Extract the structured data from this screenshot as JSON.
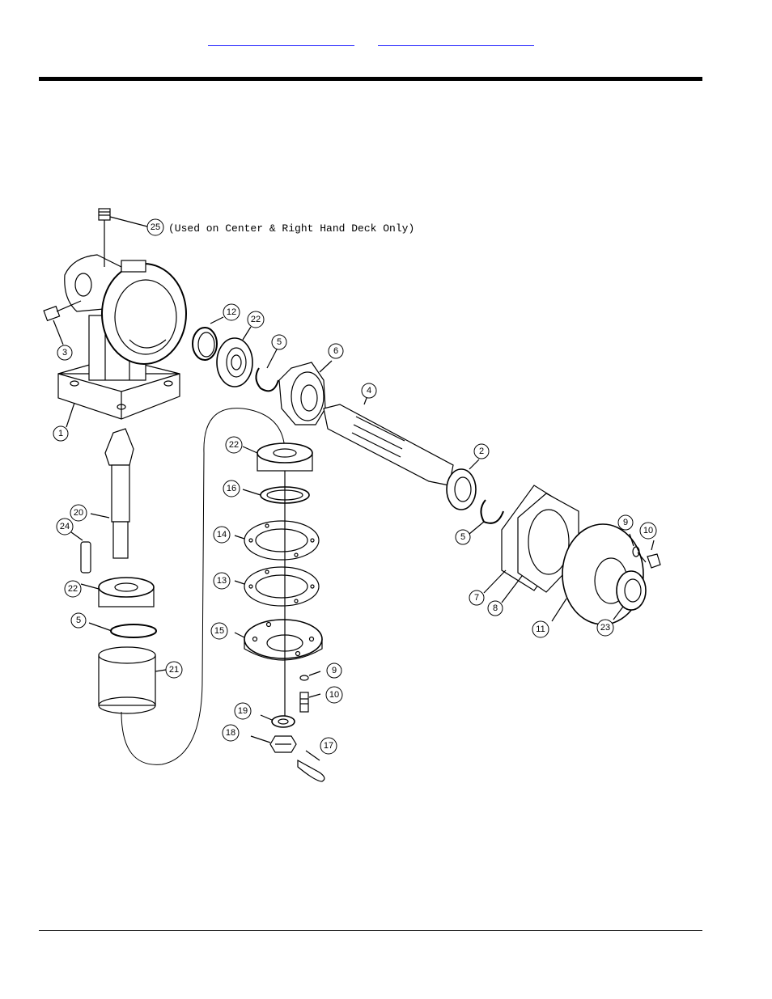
{
  "header": {
    "links": [
      {
        "label": ""
      },
      {
        "label": ""
      }
    ]
  },
  "diagram": {
    "note": "(Used on Center & Right Hand Deck Only)",
    "callouts": [
      {
        "id": "c1",
        "label": "1"
      },
      {
        "id": "c2",
        "label": "2"
      },
      {
        "id": "c3",
        "label": "3"
      },
      {
        "id": "c4",
        "label": "4"
      },
      {
        "id": "c5a",
        "label": "5"
      },
      {
        "id": "c5b",
        "label": "5"
      },
      {
        "id": "c5c",
        "label": "5"
      },
      {
        "id": "c6",
        "label": "6"
      },
      {
        "id": "c7",
        "label": "7"
      },
      {
        "id": "c8",
        "label": "8"
      },
      {
        "id": "c9a",
        "label": "9"
      },
      {
        "id": "c9b",
        "label": "9"
      },
      {
        "id": "c10a",
        "label": "10"
      },
      {
        "id": "c10b",
        "label": "10"
      },
      {
        "id": "c11",
        "label": "11"
      },
      {
        "id": "c12",
        "label": "12"
      },
      {
        "id": "c13",
        "label": "13"
      },
      {
        "id": "c14",
        "label": "14"
      },
      {
        "id": "c15",
        "label": "15"
      },
      {
        "id": "c16",
        "label": "16"
      },
      {
        "id": "c17",
        "label": "17"
      },
      {
        "id": "c18",
        "label": "18"
      },
      {
        "id": "c19",
        "label": "19"
      },
      {
        "id": "c20",
        "label": "20"
      },
      {
        "id": "c21",
        "label": "21"
      },
      {
        "id": "c22a",
        "label": "22"
      },
      {
        "id": "c22b",
        "label": "22"
      },
      {
        "id": "c22c",
        "label": "22"
      },
      {
        "id": "c23",
        "label": "23"
      },
      {
        "id": "c24",
        "label": "24"
      },
      {
        "id": "c25",
        "label": "25"
      }
    ]
  }
}
